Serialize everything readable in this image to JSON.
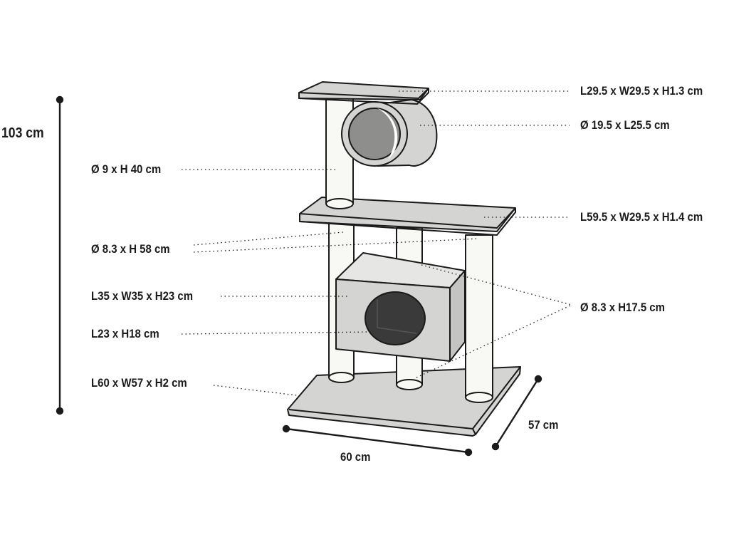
{
  "diagram": {
    "overall_height": "103 cm",
    "base_width": "60 cm",
    "base_depth": "57 cm",
    "components": {
      "top_platform": "L29.5 x W29.5 x H1.3 cm",
      "tube": "Ø 19.5 x L25.5 cm",
      "top_post": "Ø 9 x H 40 cm",
      "middle_platform": "L59.5 x W29.5 x H1.4 cm",
      "middle_posts": "Ø 8.3 x H 58 cm",
      "house": "L35 x W35 x H23 cm",
      "house_opening": "L23 x H18 cm",
      "lower_posts": "Ø 8.3 x H17.5 cm",
      "base": "L60 x W57 x H2 cm"
    }
  },
  "colors": {
    "felt": "#d4d4d2",
    "outline": "#1a1a1a",
    "tube_inner": "#8e8e8c",
    "post": "#f8f8f4",
    "opening": "#3a3a3a"
  }
}
